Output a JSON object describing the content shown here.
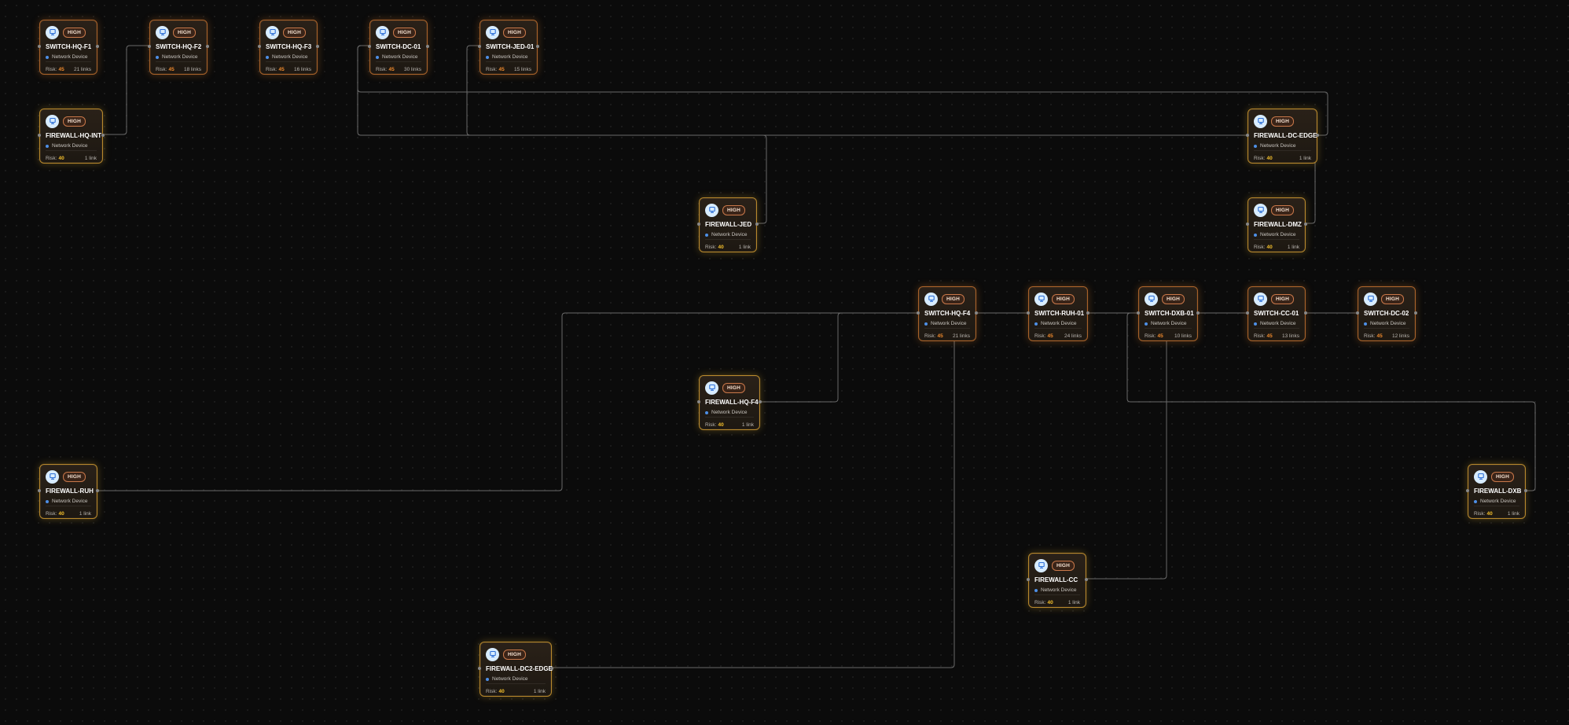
{
  "labels": {
    "risk": "Risk:"
  },
  "colors": {
    "switch_risk": "#f08a2c",
    "firewall_risk": "#f5c02c",
    "type_dot": "#4d8fe6",
    "edge": "#6a6a6a"
  },
  "nodes": [
    {
      "id": "switch-hq-f1",
      "title": "SWITCH-HQ-F1",
      "badge": "HIGH",
      "kind": "switch",
      "type": "Network Device",
      "risk": "45",
      "links": "21 links",
      "icon": "network-device-icon"
    },
    {
      "id": "switch-hq-f2",
      "title": "SWITCH-HQ-F2",
      "badge": "HIGH",
      "kind": "switch",
      "type": "Network Device",
      "risk": "45",
      "links": "18 links",
      "icon": "network-device-icon"
    },
    {
      "id": "switch-hq-f3",
      "title": "SWITCH-HQ-F3",
      "badge": "HIGH",
      "kind": "switch",
      "type": "Network Device",
      "risk": "45",
      "links": "16 links",
      "icon": "network-device-icon"
    },
    {
      "id": "switch-dc-01",
      "title": "SWITCH-DC-01",
      "badge": "HIGH",
      "kind": "switch",
      "type": "Network Device",
      "risk": "45",
      "links": "30 links",
      "icon": "network-device-icon"
    },
    {
      "id": "switch-jed-01",
      "title": "SWITCH-JED-01",
      "badge": "HIGH",
      "kind": "switch",
      "type": "Network Device",
      "risk": "45",
      "links": "15 links",
      "icon": "network-device-icon"
    },
    {
      "id": "firewall-hq-int",
      "title": "FIREWALL-HQ-INT",
      "badge": "HIGH",
      "kind": "firewall",
      "type": "Network Device",
      "risk": "40",
      "links": "1 link",
      "icon": "network-device-icon"
    },
    {
      "id": "firewall-dc-edge",
      "title": "FIREWALL-DC-EDGE",
      "badge": "HIGH",
      "kind": "firewall",
      "type": "Network Device",
      "risk": "40",
      "links": "1 link",
      "icon": "network-device-icon"
    },
    {
      "id": "firewall-jed",
      "title": "FIREWALL-JED",
      "badge": "HIGH",
      "kind": "firewall",
      "type": "Network Device",
      "risk": "40",
      "links": "1 link",
      "icon": "network-device-icon"
    },
    {
      "id": "firewall-dmz",
      "title": "FIREWALL-DMZ",
      "badge": "HIGH",
      "kind": "firewall",
      "type": "Network Device",
      "risk": "40",
      "links": "1 link",
      "icon": "network-device-icon"
    },
    {
      "id": "switch-hq-f4",
      "title": "SWITCH-HQ-F4",
      "badge": "HIGH",
      "kind": "switch",
      "type": "Network Device",
      "risk": "45",
      "links": "21 links",
      "icon": "network-device-icon"
    },
    {
      "id": "switch-ruh-01",
      "title": "SWITCH-RUH-01",
      "badge": "HIGH",
      "kind": "switch",
      "type": "Network Device",
      "risk": "45",
      "links": "24 links",
      "icon": "network-device-icon"
    },
    {
      "id": "switch-dxb-01",
      "title": "SWITCH-DXB-01",
      "badge": "HIGH",
      "kind": "switch",
      "type": "Network Device",
      "risk": "45",
      "links": "10 links",
      "icon": "network-device-icon"
    },
    {
      "id": "switch-cc-01",
      "title": "SWITCH-CC-01",
      "badge": "HIGH",
      "kind": "switch",
      "type": "Network Device",
      "risk": "45",
      "links": "13 links",
      "icon": "network-device-icon"
    },
    {
      "id": "switch-dc-02",
      "title": "SWITCH-DC-02",
      "badge": "HIGH",
      "kind": "switch",
      "type": "Network Device",
      "risk": "45",
      "links": "12 links",
      "icon": "network-device-icon"
    },
    {
      "id": "firewall-hq-f4",
      "title": "FIREWALL-HQ-F4",
      "badge": "HIGH",
      "kind": "firewall",
      "type": "Network Device",
      "risk": "40",
      "links": "1 link",
      "icon": "network-device-icon"
    },
    {
      "id": "firewall-ruh",
      "title": "FIREWALL-RUH",
      "badge": "HIGH",
      "kind": "firewall",
      "type": "Network Device",
      "risk": "40",
      "links": "1 link",
      "icon": "network-device-icon"
    },
    {
      "id": "firewall-dxb",
      "title": "FIREWALL-DXB",
      "badge": "HIGH",
      "kind": "firewall",
      "type": "Network Device",
      "risk": "40",
      "links": "1 link",
      "icon": "network-device-icon"
    },
    {
      "id": "firewall-cc",
      "title": "FIREWALL-CC",
      "badge": "HIGH",
      "kind": "firewall",
      "type": "Network Device",
      "risk": "40",
      "links": "1 link",
      "icon": "network-device-icon"
    },
    {
      "id": "firewall-dc2-edge",
      "title": "FIREWALL-DC2-EDGE",
      "badge": "HIGH",
      "kind": "firewall",
      "type": "Network Device",
      "risk": "40",
      "links": "1 link",
      "icon": "network-device-icon"
    }
  ],
  "edges": [
    {
      "from": "firewall-hq-int",
      "to": "switch-hq-f2"
    },
    {
      "from": "switch-dc-01",
      "to": "firewall-jed"
    },
    {
      "from": "switch-dc-01",
      "to": "firewall-dc-edge"
    },
    {
      "from": "switch-jed-01",
      "to": "firewall-dc-edge"
    },
    {
      "from": "firewall-dc-edge",
      "to": "firewall-dmz"
    },
    {
      "from": "firewall-ruh",
      "to": "switch-hq-f4"
    },
    {
      "from": "firewall-hq-f4",
      "to": "switch-hq-f4"
    },
    {
      "from": "switch-hq-f4",
      "to": "switch-ruh-01"
    },
    {
      "from": "switch-ruh-01",
      "to": "switch-dxb-01"
    },
    {
      "from": "switch-dxb-01",
      "to": "switch-cc-01"
    },
    {
      "from": "switch-cc-01",
      "to": "switch-dc-02"
    },
    {
      "from": "switch-dxb-01",
      "to": "firewall-dxb"
    },
    {
      "from": "switch-dxb-01",
      "to": "firewall-cc"
    },
    {
      "from": "switch-hq-f4",
      "to": "firewall-dc2-edge"
    }
  ]
}
